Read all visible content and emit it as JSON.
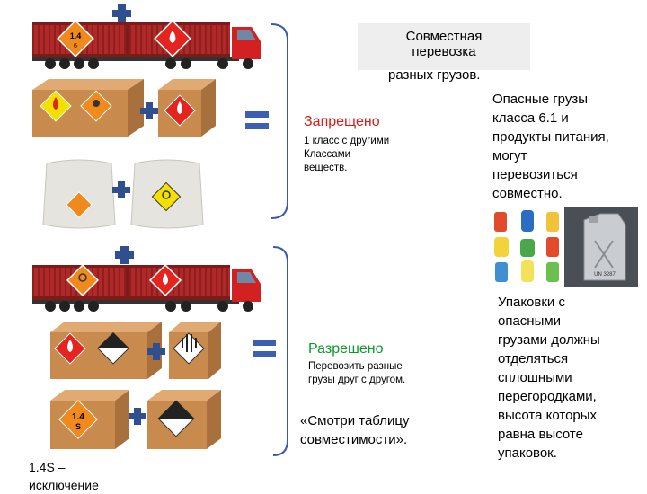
{
  "title": {
    "lines": [
      "Совместная",
      "перевозка",
      "разных грузов."
    ]
  },
  "forbidden": {
    "heading": "Запрещено",
    "lines": [
      "1 класс с другими",
      "Классами",
      "веществ."
    ]
  },
  "allowed": {
    "heading": "Разрешено",
    "lines": [
      "Перевозить разные",
      "грузы друг с другом."
    ]
  },
  "food_note": {
    "lines": [
      "Опасные грузы",
      "класса 6.1 и",
      "продукты питания,",
      "могут",
      "перевозиться",
      "совместно."
    ]
  },
  "packaging_note": {
    "lines": [
      "Упаковки с",
      "опасными",
      "грузами должны",
      "отделяться",
      "сплошными",
      "перегородками,",
      "высота которых",
      "равна высоте",
      "упаковок."
    ]
  },
  "see_table": {
    "lines": [
      "«Смотри таблицу",
      "совместимости»."
    ]
  },
  "exception_note": {
    "lines": [
      "1.4S –",
      "исключение"
    ]
  },
  "placards": {
    "explosive_1_4": "1.4",
    "explosive_class": "6",
    "explosive_1_4s": "1.4",
    "compat_group": "S",
    "canister_code": "UN 3287"
  },
  "colors": {
    "container": "#b22a2a",
    "cab": "#d32020",
    "box": "#c98a4e",
    "diamond_red": "#e52420",
    "diamond_orange": "#f08a1c",
    "diamond_yellow": "#f3e000",
    "bracket": "#3a5aa8",
    "plus": "#2f4f8f",
    "equals": "#3d5fb2",
    "forbidden_text": "#d81b1b",
    "allowed_text": "#0b9a2b"
  }
}
